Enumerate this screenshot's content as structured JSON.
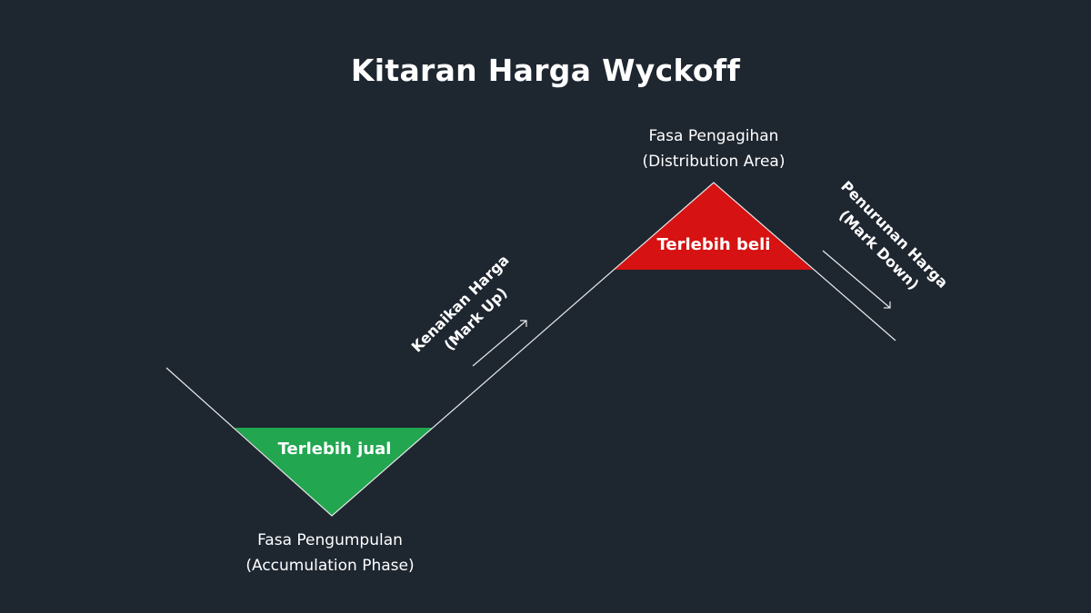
{
  "title": "Kitaran Harga Wyckoff",
  "accumulation": {
    "line1": "Fasa Pengumpulan",
    "line2": "(Accumulation Phase)"
  },
  "distribution": {
    "line1": "Fasa Pengagihan",
    "line2": "(Distribution Area)"
  },
  "oversold_label": "Terlebih jual",
  "overbought_label": "Terlebih beli",
  "markup": {
    "line1": "Kenaikan Harga",
    "line2": "(Mark Up)"
  },
  "markdown": {
    "line1": "Penurunan Harga",
    "line2": "(Mark Down)"
  },
  "colors": {
    "background": "#1e2630",
    "oversold": "#22a650",
    "overbought": "#d61212",
    "line": "#e8e8e8"
  }
}
